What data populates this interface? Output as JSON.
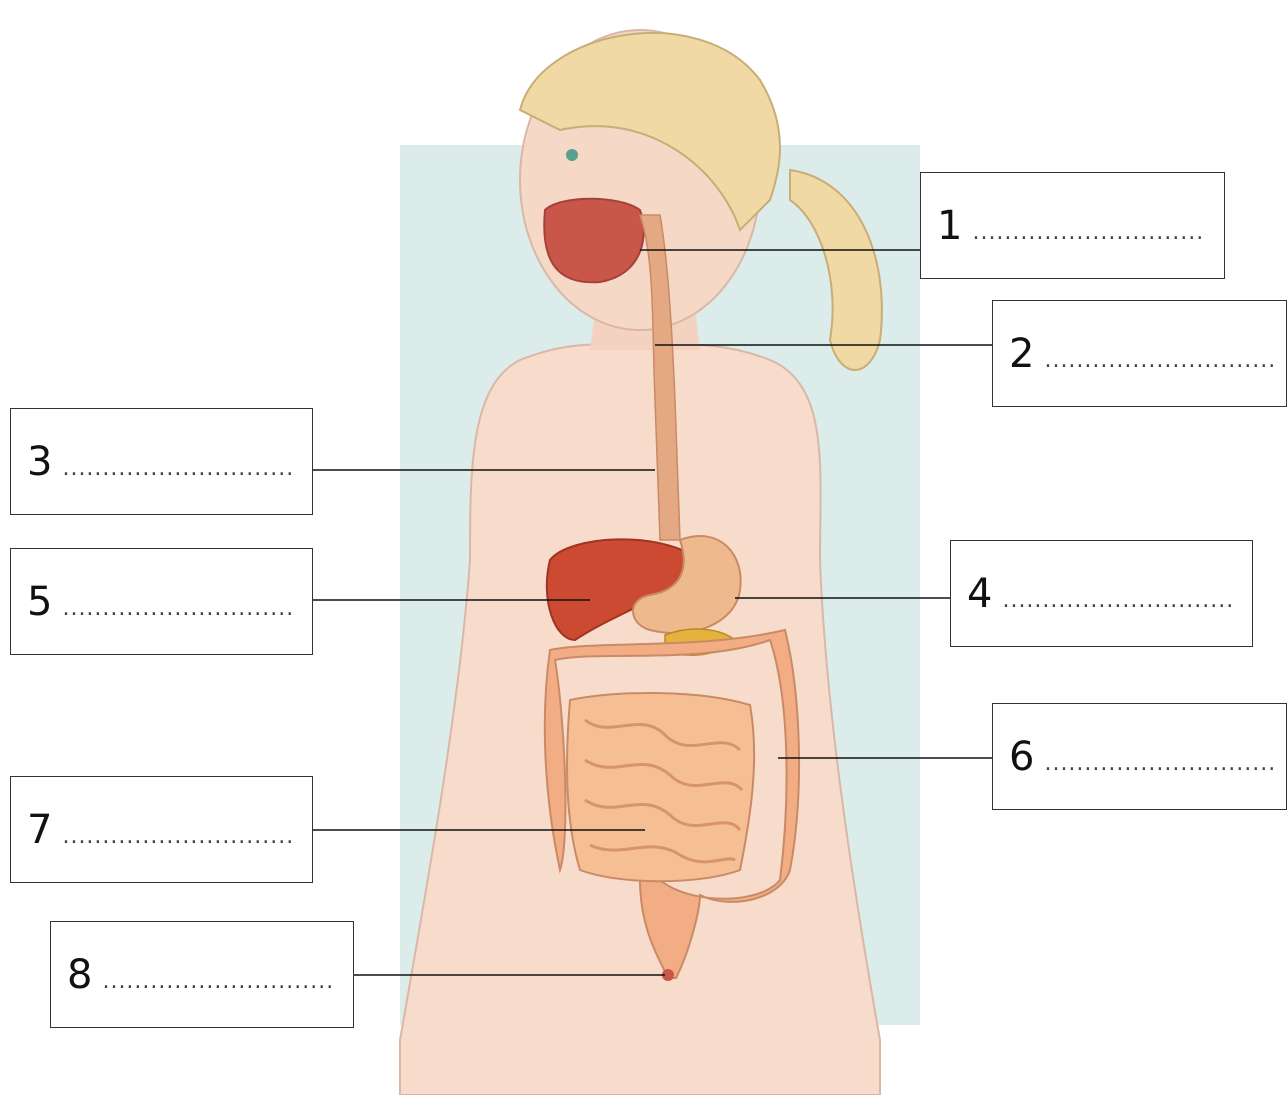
{
  "labels": [
    {
      "number": "1",
      "blank": "............................."
    },
    {
      "number": "2",
      "blank": "............................."
    },
    {
      "number": "3",
      "blank": "............................."
    },
    {
      "number": "4",
      "blank": "............................."
    },
    {
      "number": "5",
      "blank": "............................."
    },
    {
      "number": "6",
      "blank": "............................."
    },
    {
      "number": "7",
      "blank": "............................."
    },
    {
      "number": "8",
      "blank": "............................."
    }
  ],
  "colors": {
    "backdrop": "#dbeceb",
    "skin": "#f7dccb",
    "hair": "#f0d9a4",
    "liver": "#cc4a32",
    "stomach": "#efb98e",
    "intestine": "#f2ad84",
    "esophagus": "#e4a882",
    "leader_line": "#111111"
  }
}
